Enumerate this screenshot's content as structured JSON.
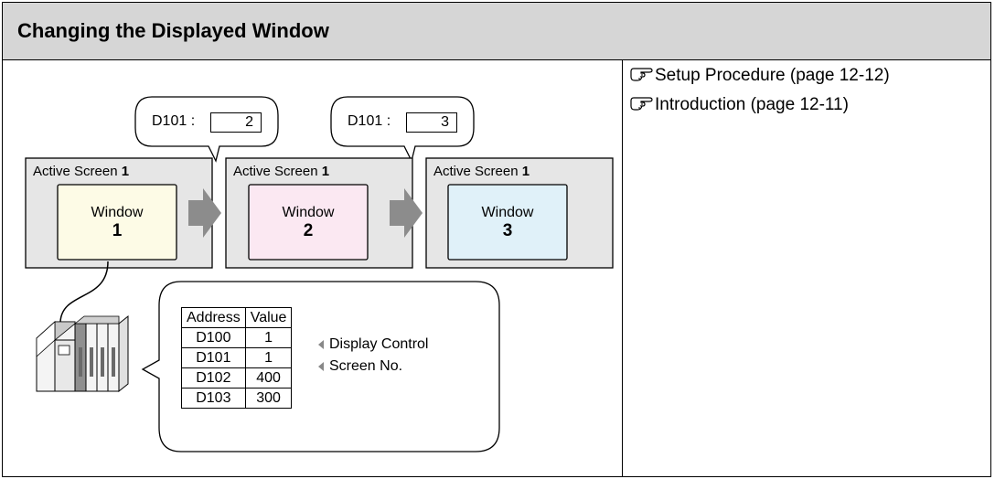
{
  "header": {
    "title": "Changing the Displayed Window"
  },
  "links": [
    {
      "label": "Setup Procedure (page 12-12)",
      "icon": "pointing-hand-icon"
    },
    {
      "label": "Introduction (page 12-11)",
      "icon": "pointing-hand-icon"
    }
  ],
  "callouts": [
    {
      "label": "D101 :",
      "value": "2"
    },
    {
      "label": "D101 :",
      "value": "3"
    }
  ],
  "screens": [
    {
      "label": "Active Screen",
      "number": "1",
      "window_word": "Window",
      "window_number": "1",
      "window_color": "#fdfbe6"
    },
    {
      "label": "Active Screen",
      "number": "1",
      "window_word": "Window",
      "window_number": "2",
      "window_color": "#fbe8f2"
    },
    {
      "label": "Active Screen",
      "number": "1",
      "window_word": "Window",
      "window_number": "3",
      "window_color": "#e0f1f9"
    }
  ],
  "table": {
    "headers": [
      "Address",
      "Value"
    ],
    "rows": [
      {
        "address": "D100",
        "value": "1",
        "note": "Display Control"
      },
      {
        "address": "D101",
        "value": "1",
        "note": "Screen No."
      },
      {
        "address": "D102",
        "value": "400",
        "note": ""
      },
      {
        "address": "D103",
        "value": "300",
        "note": ""
      }
    ]
  },
  "colors": {
    "header_bg": "#d6d6d6",
    "screen_bg": "#e6e6e6",
    "arrow": "#8c8c8c"
  }
}
